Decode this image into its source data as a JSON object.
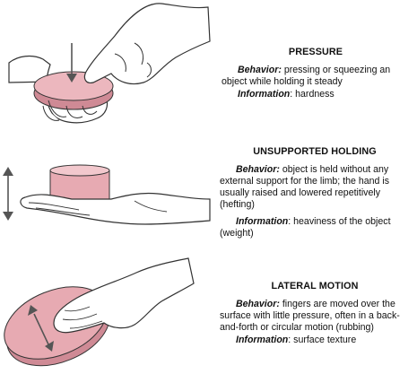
{
  "colors": {
    "object_fill": "#e7aab2",
    "object_top": "#f2c8cd",
    "object_shade": "#cf8a95",
    "skin": "#ffffff",
    "outline": "#333333",
    "arrow": "#555555"
  },
  "panels": [
    {
      "title": "PRESSURE",
      "behavior_label": "Behavior:",
      "behavior_text": " pressing or squeezing  an object while holding it steady",
      "info_label": "Information",
      "info_text": ": hardness"
    },
    {
      "title": "UNSUPPORTED HOLDING",
      "behavior_label": "Behavior:",
      "behavior_text": " object is held without any external support for the limb; the hand is usually raised and lowered repetitively (hefting)",
      "info_label": "Information",
      "info_text": ": heaviness of the object (weight)"
    },
    {
      "title": "LATERAL MOTION",
      "behavior_label": "Behavior:",
      "behavior_text": " fingers are moved over the surface with little pressure, often in a back-and-forth or circular motion (rubbing)",
      "info_label": "Information",
      "info_text": ": surface texture"
    }
  ]
}
